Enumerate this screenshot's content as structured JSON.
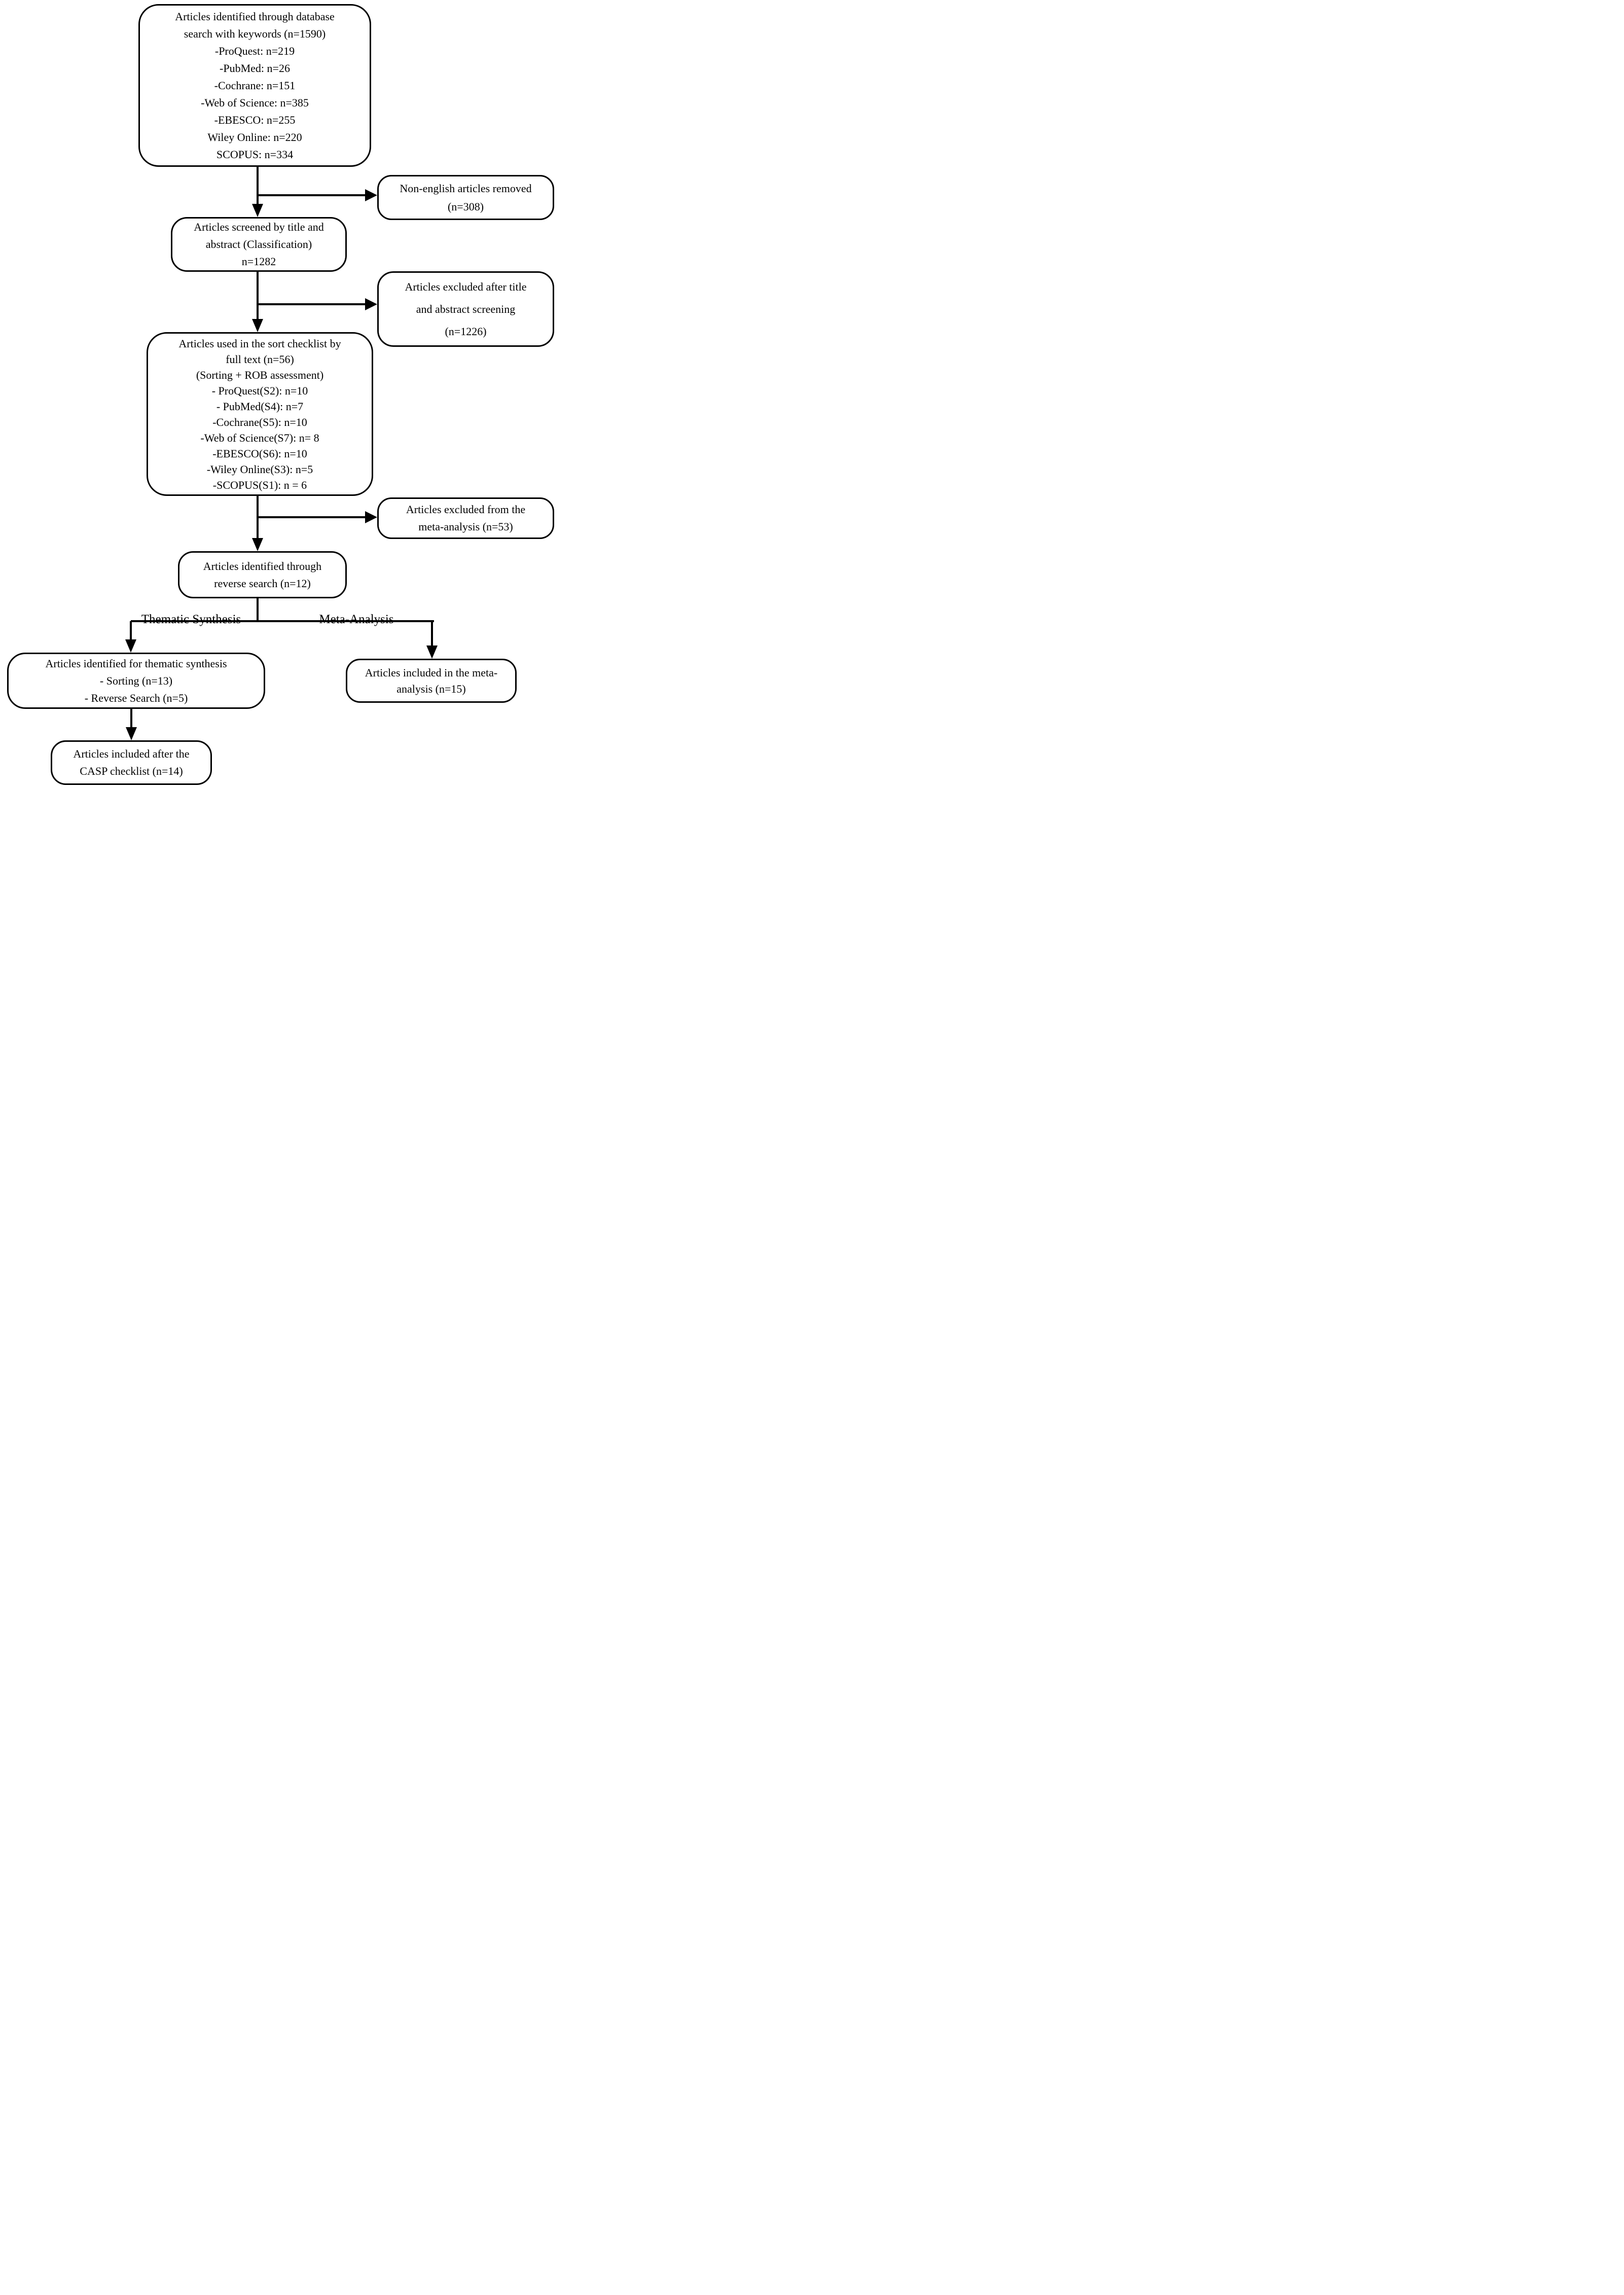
{
  "diagram_type": "flowchart",
  "colors": {
    "background": "#ffffff",
    "line": "#000000",
    "box_border": "#000000",
    "text": "#000000"
  },
  "nodes": {
    "database_search": {
      "lines": [
        "Articles identified through database",
        "search with keywords (n=1590)",
        "-ProQuest: n=219",
        "-PubMed: n=26",
        "-Cochrane: n=151",
        "-Web of Science: n=385",
        "-EBESCO: n=255",
        "Wiley Online: n=220",
        "SCOPUS: n=334"
      ]
    },
    "non_english_removed": {
      "lines": [
        "Non-english articles removed",
        "(n=308)"
      ]
    },
    "screened": {
      "lines": [
        "Articles screened by title and",
        "abstract (Classification)",
        "n=1282"
      ]
    },
    "excluded_title_abstract": {
      "lines": [
        "Articles excluded after title",
        "and abstract screening",
        "(n=1226)"
      ]
    },
    "sort_checklist": {
      "lines": [
        "Articles used in the sort checklist by",
        "full text (n=56)",
        "(Sorting + ROB assessment)",
        "- ProQuest(S2): n=10",
        "- PubMed(S4): n=7",
        "-Cochrane(S5): n=10",
        "-Web of Science(S7): n= 8",
        "-EBESCO(S6): n=10",
        "-Wiley Online(S3): n=5",
        "-SCOPUS(S1): n = 6"
      ]
    },
    "excluded_meta_analysis": {
      "lines": [
        "Articles excluded from the",
        "meta-analysis (n=53)"
      ]
    },
    "reverse_search": {
      "lines": [
        "Articles identified through",
        "reverse search (n=12)"
      ]
    },
    "thematic_synthesis_articles": {
      "lines": [
        "Articles identified for thematic synthesis",
        "- Sorting (n=13)",
        "- Reverse Search (n=5)"
      ]
    },
    "meta_analysis_included": {
      "lines": [
        "Articles included in the meta-",
        "analysis (n=15)"
      ]
    },
    "casp_included": {
      "lines": [
        "Articles included after the",
        "CASP checklist (n=14)"
      ]
    }
  },
  "branch_labels": {
    "left": "Thematic Synthesis",
    "right": "Meta-Analysis"
  },
  "edges": [
    {
      "from": "database_search",
      "to": "screened",
      "type": "arrow"
    },
    {
      "from": "database_search",
      "to": "non_english_removed",
      "type": "arrow"
    },
    {
      "from": "screened",
      "to": "sort_checklist",
      "type": "arrow"
    },
    {
      "from": "screened",
      "to": "excluded_title_abstract",
      "type": "arrow"
    },
    {
      "from": "sort_checklist",
      "to": "reverse_search",
      "type": "arrow"
    },
    {
      "from": "sort_checklist",
      "to": "excluded_meta_analysis",
      "type": "arrow"
    },
    {
      "from": "reverse_search",
      "to": "thematic_synthesis_articles",
      "type": "arrow",
      "label": "Thematic Synthesis"
    },
    {
      "from": "reverse_search",
      "to": "meta_analysis_included",
      "type": "arrow",
      "label": "Meta-Analysis"
    },
    {
      "from": "thematic_synthesis_articles",
      "to": "casp_included",
      "type": "arrow"
    }
  ]
}
